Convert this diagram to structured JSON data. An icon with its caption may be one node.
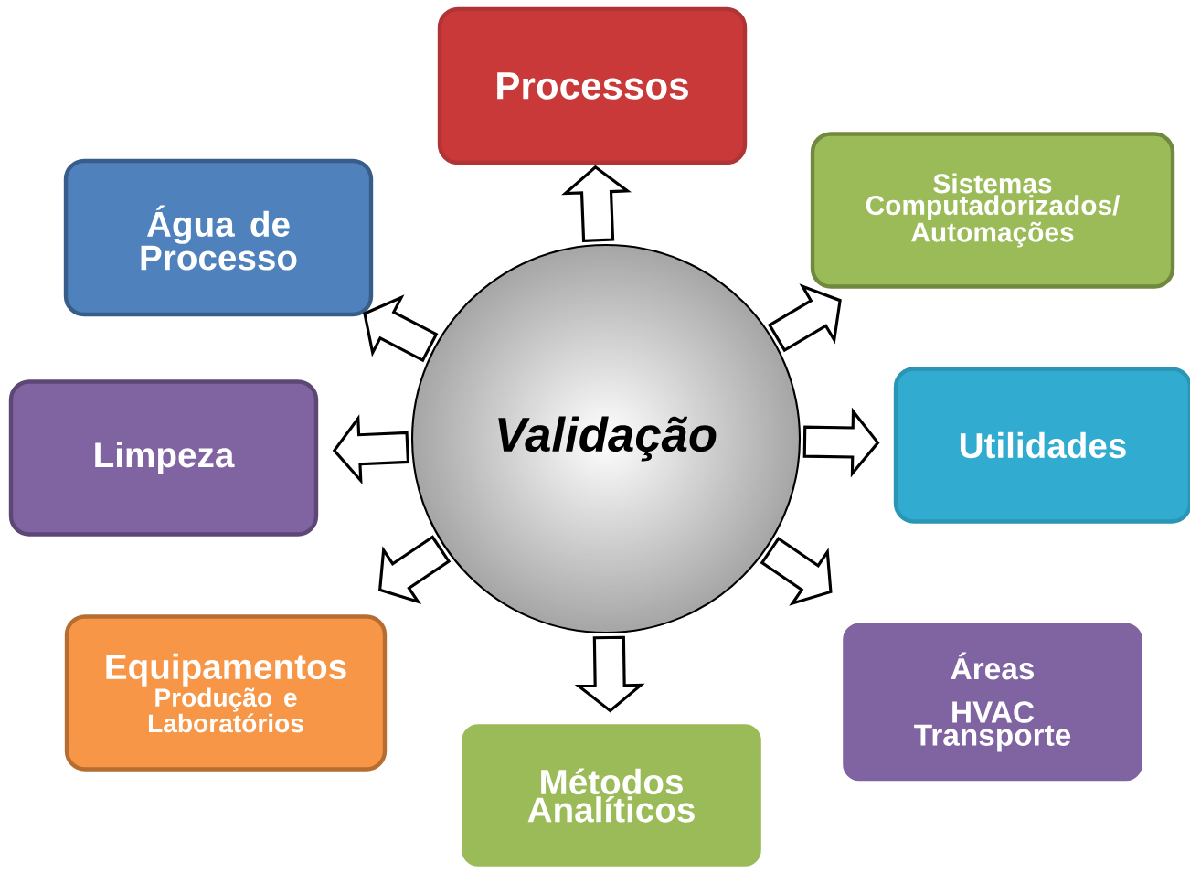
{
  "diagram": {
    "nodes": [
      {
        "text": [
          "Validação"
        ]
      },
      {
        "text": [
          "Processos"
        ]
      },
      {
        "text": [
          "Sistemas Computadorizados/ Automações"
        ]
      },
      {
        "text": [
          "Utilidades"
        ]
      },
      {
        "text": [
          "Áreas",
          "HVAC",
          "Transporte"
        ]
      },
      {
        "text": [
          "Métodos Analíticos"
        ]
      },
      {
        "text": [
          "Equipamentos",
          "Produção e Laboratórios"
        ]
      },
      {
        "text": [
          "Limpeza"
        ]
      },
      {
        "text": [
          "Água de Processo"
        ]
      }
    ],
    "edges": [
      {
        "from": 0,
        "to": 1,
        "arrow": "to"
      },
      {
        "from": 0,
        "to": 2,
        "arrow": "to"
      },
      {
        "from": 0,
        "to": 3,
        "arrow": "to"
      },
      {
        "from": 0,
        "to": 4,
        "arrow": "to"
      },
      {
        "from": 0,
        "to": 5,
        "arrow": "to"
      },
      {
        "from": 0,
        "to": 6,
        "arrow": "to"
      },
      {
        "from": 0,
        "to": 7,
        "arrow": "to"
      },
      {
        "from": 0,
        "to": 8,
        "arrow": "to"
      }
    ]
  }
}
